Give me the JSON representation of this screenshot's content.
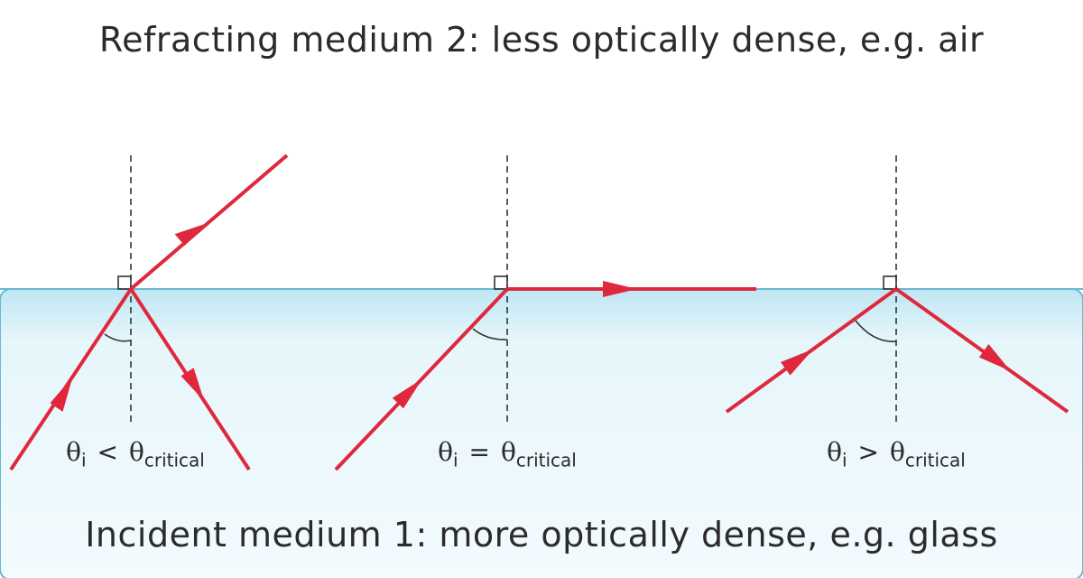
{
  "diagram": {
    "top_label": "Refracting medium 2: less optically dense, e.g. air",
    "bottom_label": "Incident medium 1: more optically dense, e.g. glass",
    "colors": {
      "ray": "#e0283c",
      "medium_fill_top": "#bfe6f3",
      "medium_fill_bottom": "#f3fbfe",
      "medium_border": "#6bb8d4",
      "normal_line": "#333333"
    },
    "cases": [
      {
        "theta": "θ",
        "i_sub": "i",
        "operator": "<",
        "critical_sub": "critical"
      },
      {
        "theta": "θ",
        "i_sub": "i",
        "operator": "=",
        "critical_sub": "critical"
      },
      {
        "theta": "θ",
        "i_sub": "i",
        "operator": ">",
        "critical_sub": "critical"
      }
    ]
  }
}
